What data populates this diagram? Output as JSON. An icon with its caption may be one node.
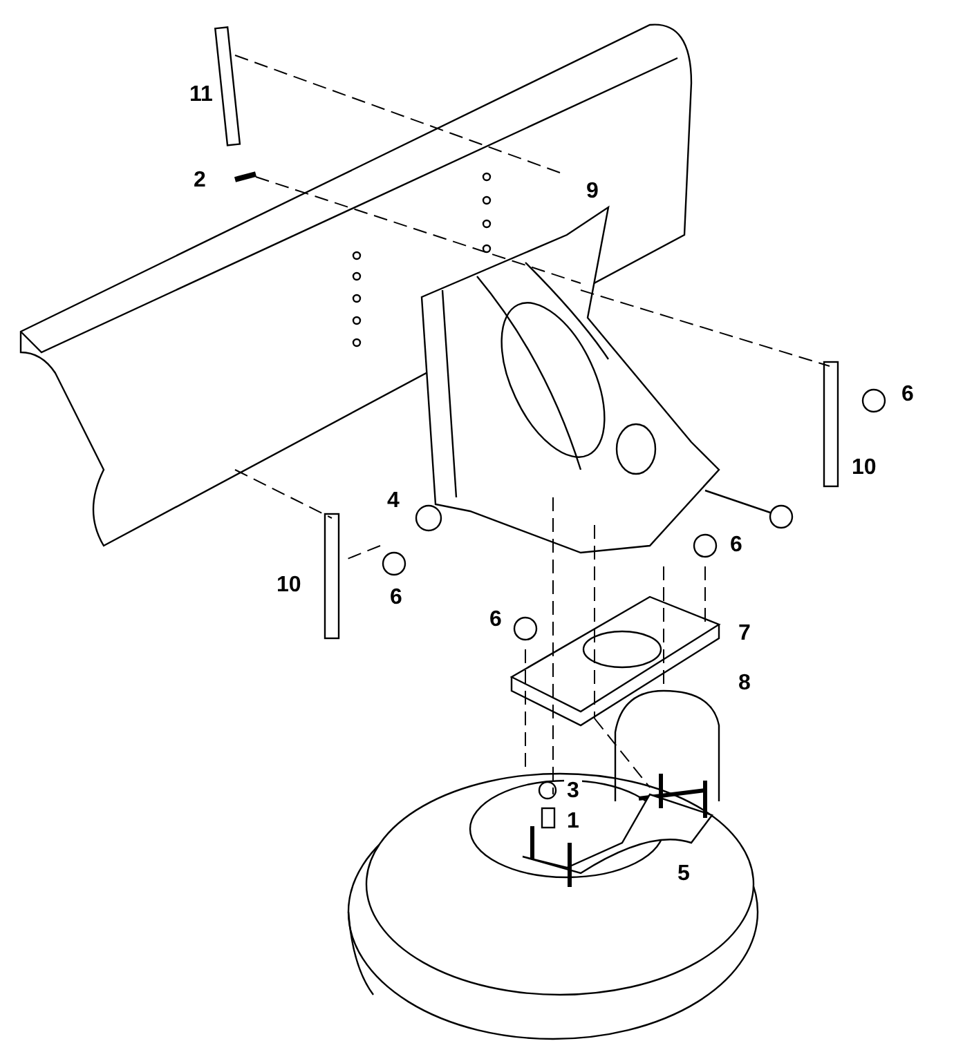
{
  "diagram": {
    "labels": [
      "11",
      "2",
      "9",
      "6",
      "10",
      "4",
      "6",
      "10",
      "6",
      "6",
      "7",
      "8",
      "3",
      "1",
      "5"
    ]
  }
}
